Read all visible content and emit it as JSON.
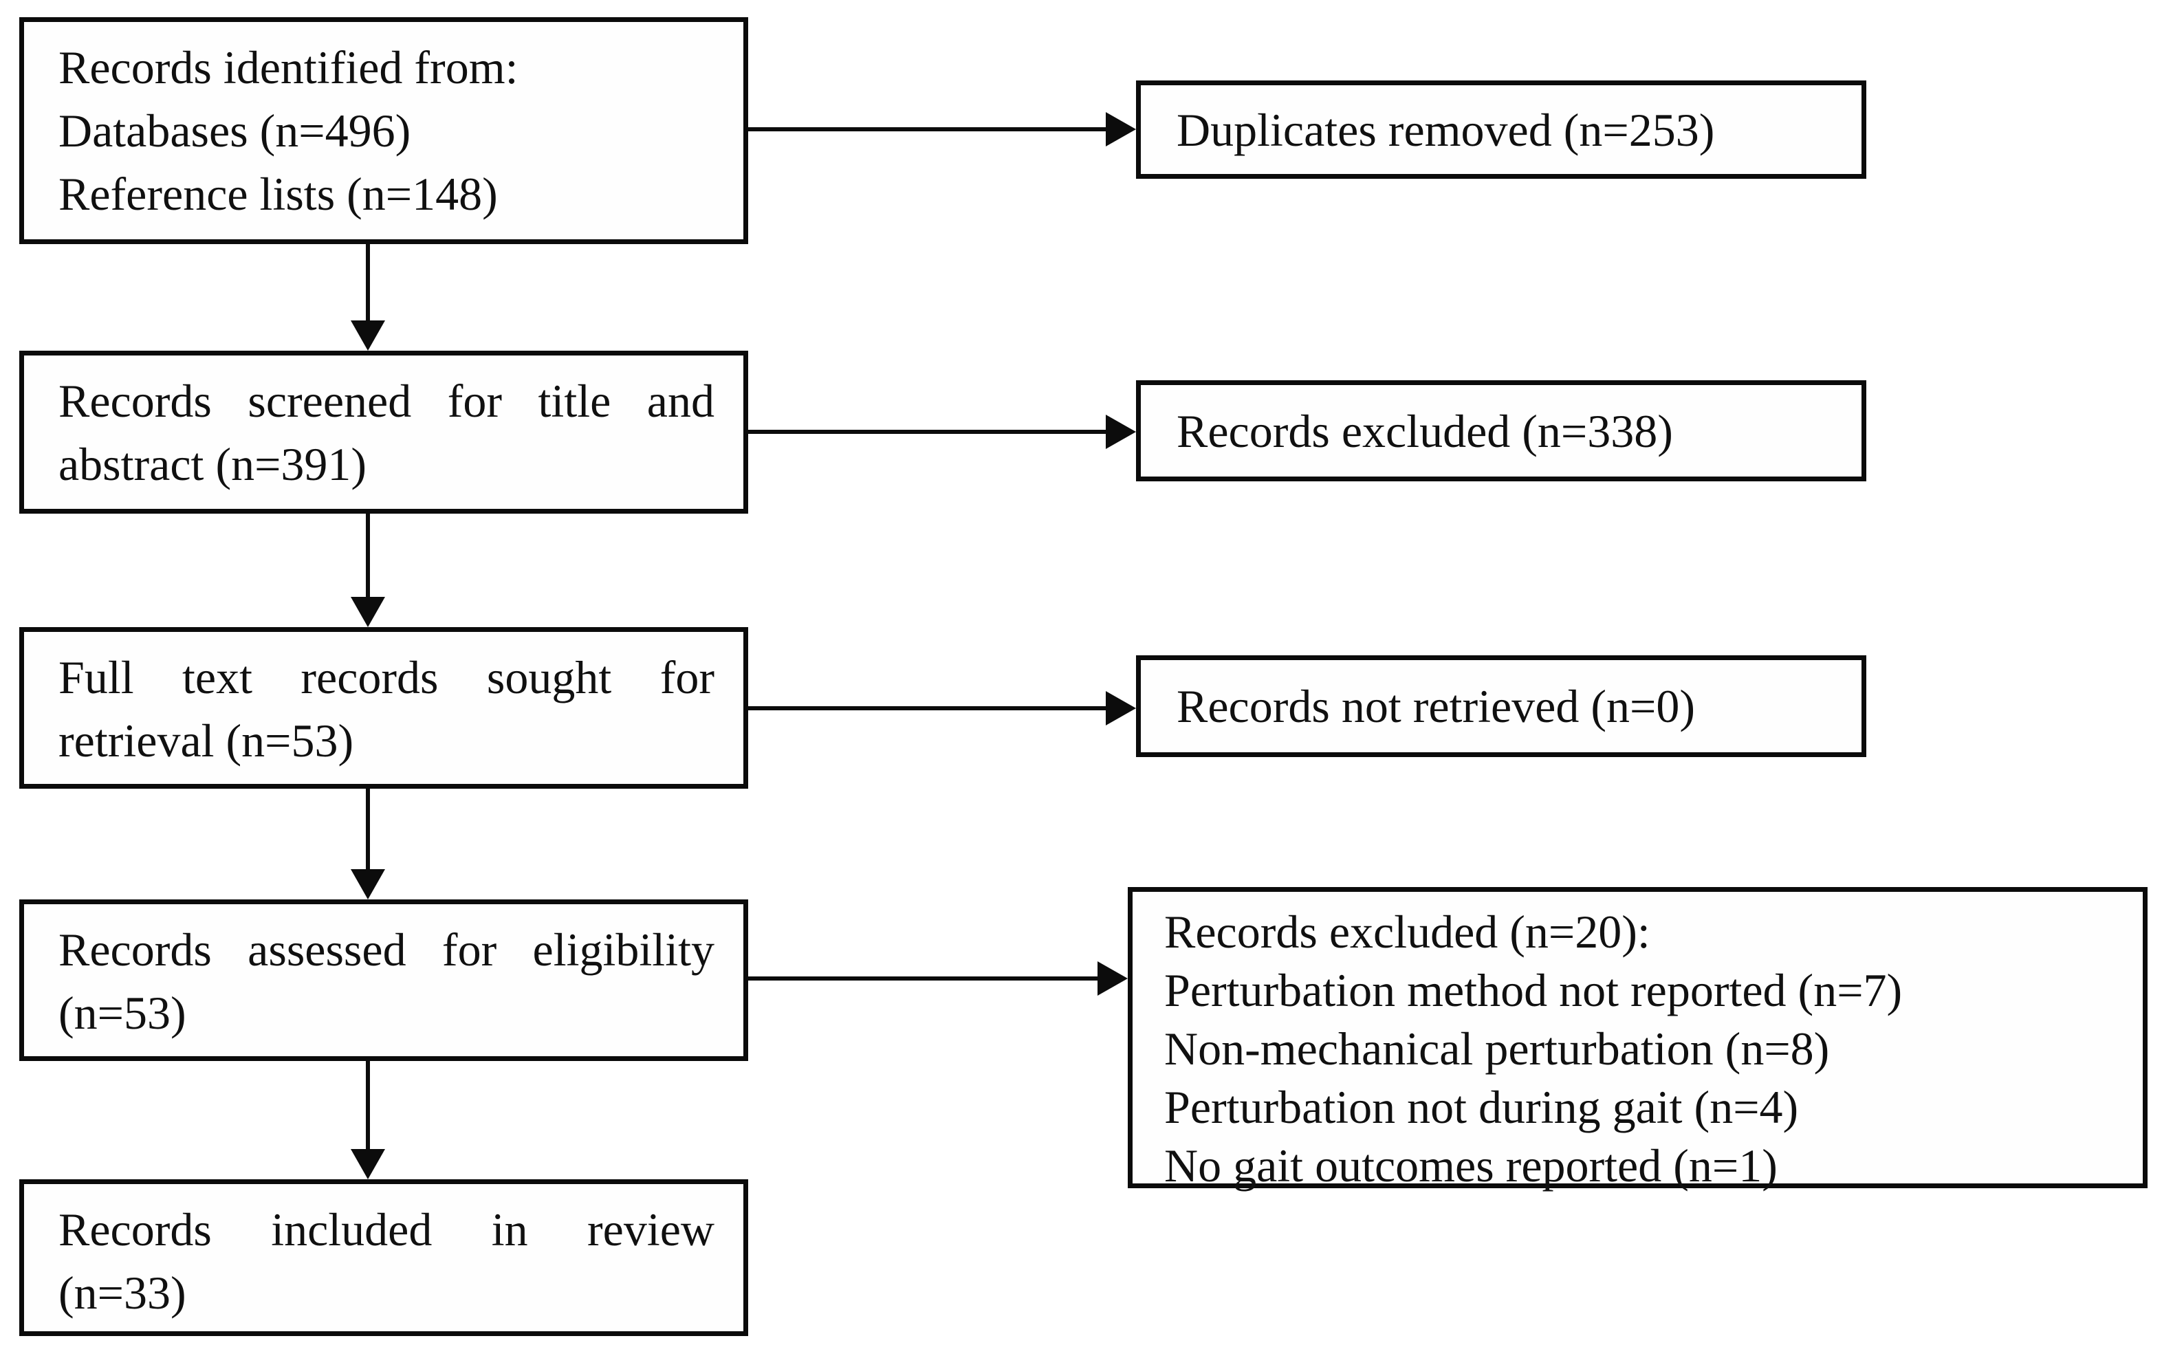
{
  "figure": {
    "kind": "prisma-flow-diagram",
    "background": "#ffffff",
    "border_color": "#0b0b0b",
    "text_color": "#101010",
    "arrow_color": "#0c0c0c"
  },
  "left": [
    {
      "name": "records-identified",
      "lines": [
        "Records identified from:",
        "Databases (n=496)",
        "Reference lists (n=148)"
      ]
    },
    {
      "name": "records-screened",
      "lines": [
        "Records screened for title and",
        "abstract (n=391)"
      ]
    },
    {
      "name": "fulltext-sought",
      "lines": [
        "Full text records sought for",
        "retrieval (n=53)"
      ]
    },
    {
      "name": "records-assessed",
      "lines": [
        "Records assessed for eligibility",
        "(n=53)"
      ]
    },
    {
      "name": "records-included",
      "lines": [
        "Records included in review",
        "(n=33)"
      ]
    }
  ],
  "right": [
    {
      "name": "duplicates-removed",
      "lines": [
        "Duplicates removed (n=253)"
      ]
    },
    {
      "name": "records-excluded-screening",
      "lines": [
        "Records excluded (n=338)"
      ]
    },
    {
      "name": "records-not-retrieved",
      "lines": [
        "Records not retrieved (n=0)"
      ]
    },
    {
      "name": "records-excluded-eligibility",
      "lines": [
        "Records excluded (n=20):",
        "Perturbation method not reported (n=7)",
        "Non-mechanical perturbation (n=8)",
        "Perturbation not during gait (n=4)",
        "No gait outcomes reported (n=1)"
      ]
    }
  ]
}
